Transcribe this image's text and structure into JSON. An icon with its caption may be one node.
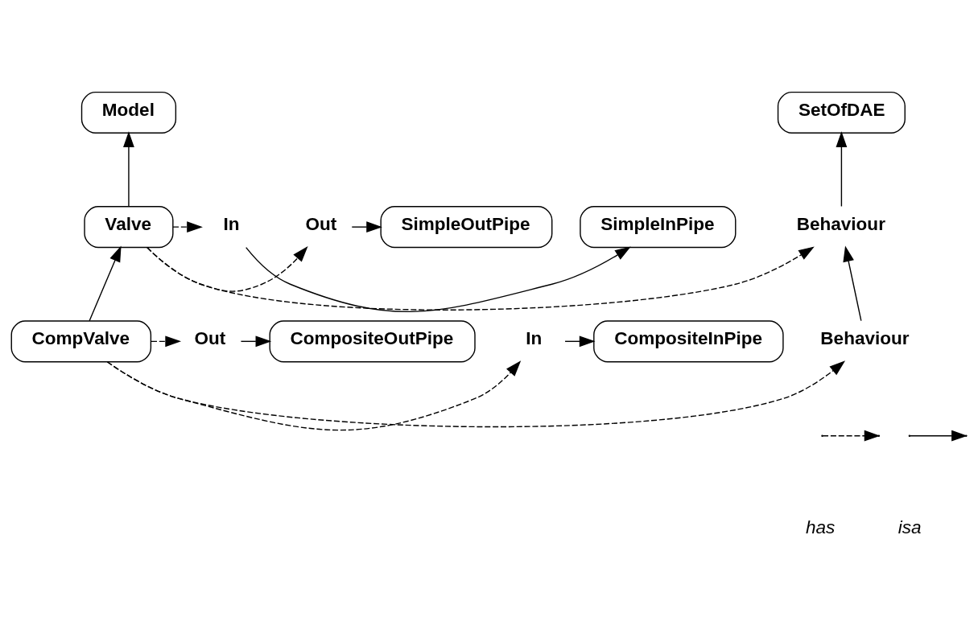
{
  "diagram": {
    "nodes": [
      {
        "text": [
          "SetOfDAE"
        ]
      },
      {
        "text": [
          "Model"
        ]
      },
      {
        "text": [
          "Behaviour"
        ]
      },
      {
        "text": [
          "Valve"
        ]
      },
      {
        "text": [
          "In"
        ]
      },
      {
        "text": [
          "Out"
        ]
      },
      {
        "text": [
          "SimpleInPipe"
        ]
      },
      {
        "text": [
          "SimpleOutPipe"
        ]
      },
      {
        "text": [
          "Behaviour"
        ]
      },
      {
        "text": [
          "CompValve"
        ]
      },
      {
        "text": [
          "In"
        ]
      },
      {
        "text": [
          "Out"
        ]
      },
      {
        "text": [
          "CompositeInPipe"
        ]
      },
      {
        "text": [
          "CompositeOutPipe"
        ]
      }
    ],
    "edges": [
      {
        "from": 2,
        "to": 0,
        "arrow": "to"
      },
      {
        "from": 3,
        "to": 1,
        "arrow": "to"
      },
      {
        "from": 3,
        "to": 2,
        "arrow": "to",
        "style": "dashed"
      },
      {
        "from": 3,
        "to": 4,
        "arrow": "to",
        "style": "dashed"
      },
      {
        "from": 3,
        "to": 5,
        "arrow": "to",
        "style": "dashed"
      },
      {
        "from": 4,
        "to": 6,
        "arrow": "to"
      },
      {
        "from": 5,
        "to": 7,
        "arrow": "to"
      },
      {
        "from": 8,
        "to": 2,
        "arrow": "to"
      },
      {
        "from": 9,
        "to": 3,
        "arrow": "to"
      },
      {
        "from": 9,
        "to": 8,
        "arrow": "to",
        "style": "dashed"
      },
      {
        "from": 9,
        "to": 10,
        "arrow": "to",
        "style": "dashed"
      },
      {
        "from": 9,
        "to": 11,
        "arrow": "to",
        "style": "dashed"
      },
      {
        "from": 10,
        "to": 12,
        "arrow": "to"
      },
      {
        "from": 11,
        "to": 13,
        "arrow": "to"
      }
    ],
    "legend": [
      {
        "text": "has"
      },
      {
        "text": "isa"
      }
    ]
  }
}
